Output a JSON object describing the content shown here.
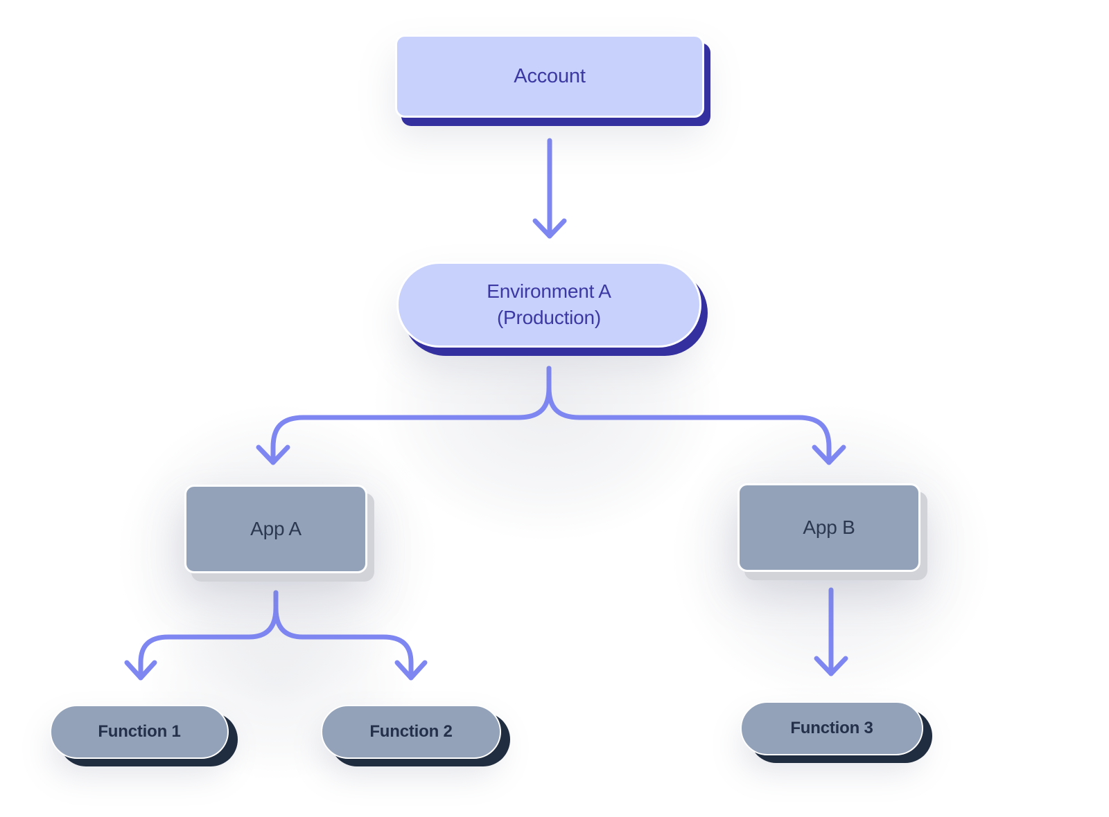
{
  "diagram": {
    "type": "flowchart",
    "account": {
      "label": "Account"
    },
    "environment": {
      "label_line1": "Environment A",
      "label_line2": "(Production)"
    },
    "app_a": {
      "label": "App A"
    },
    "app_b": {
      "label": "App B"
    },
    "function_1": {
      "label": "Function 1"
    },
    "function_2": {
      "label": "Function 2"
    },
    "function_3": {
      "label": "Function 3"
    },
    "edges": [
      {
        "from": "Account",
        "to": "Environment A (Production)"
      },
      {
        "from": "Environment A (Production)",
        "to": "App A"
      },
      {
        "from": "Environment A (Production)",
        "to": "App B"
      },
      {
        "from": "App A",
        "to": "Function 1"
      },
      {
        "from": "App A",
        "to": "Function 2"
      },
      {
        "from": "App B",
        "to": "Function 3"
      }
    ],
    "colors": {
      "primary_fill": "#c7d1fc",
      "primary_text": "#3c38a2",
      "primary_shadow": "#3530a0",
      "secondary_fill": "#93a2b8",
      "secondary_text": "#2b3850",
      "secondary_shadow_light": "#d2d3d8",
      "secondary_shadow_dark": "#202c3f",
      "arrow": "#7e86f2",
      "background": "#ffffff"
    }
  }
}
